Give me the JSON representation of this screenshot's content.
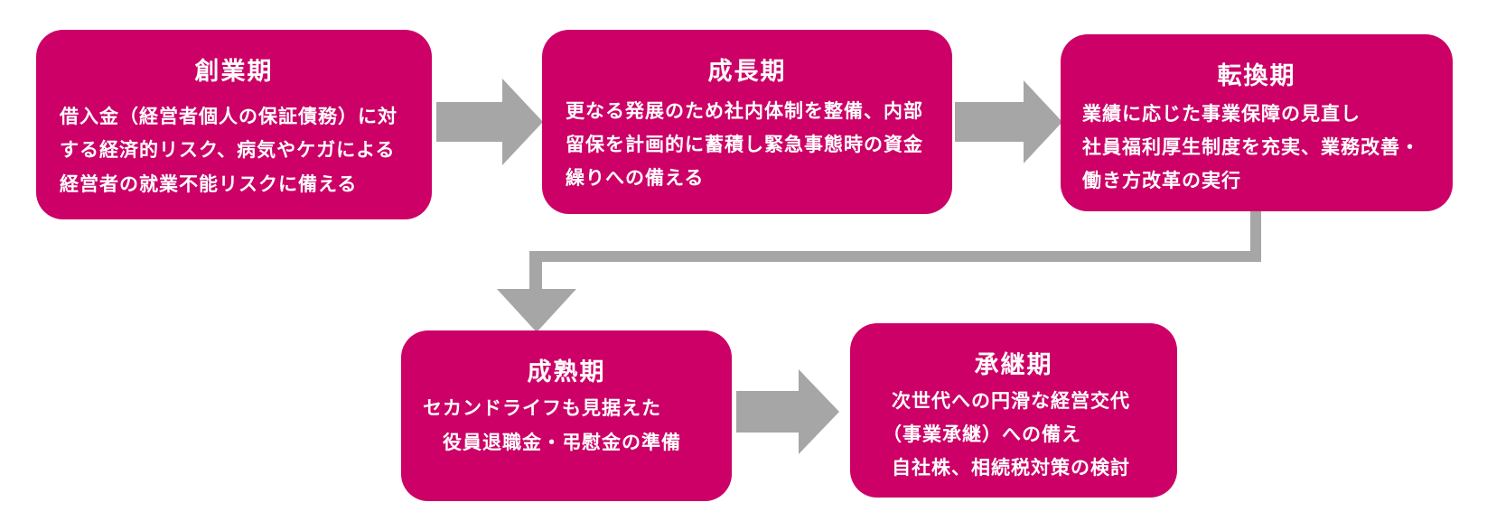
{
  "colors": {
    "box_fill": "#cc0066",
    "text": "#ffffff",
    "arrow": "#a6a6a6"
  },
  "stages": [
    {
      "title": "創業期",
      "lines": [
        "借入金（経営者個人の保証債務）に対",
        "する経済的リスク、病気やケガによる",
        "経営者の就業不能リスクに備える"
      ]
    },
    {
      "title": "成長期",
      "lines": [
        "更なる発展のため社内体制を整備、内部",
        "留保を計画的に蓄積し緊急事態時の資金",
        "繰りへの備える"
      ]
    },
    {
      "title": "転換期",
      "lines": [
        "業績に応じた事業保障の見直し",
        "社員福利厚生制度を充実、業務改善・",
        "働き方改革の実行"
      ]
    },
    {
      "title": "成熟期",
      "lines": [
        "セカンドライフも見据えた",
        "役員退職金・弔慰金の準備"
      ]
    },
    {
      "title": "承継期",
      "lines": [
        "次世代への円滑な経営交代",
        "（事業承継）への備え",
        "自社株、相続税対策の検討"
      ]
    }
  ]
}
